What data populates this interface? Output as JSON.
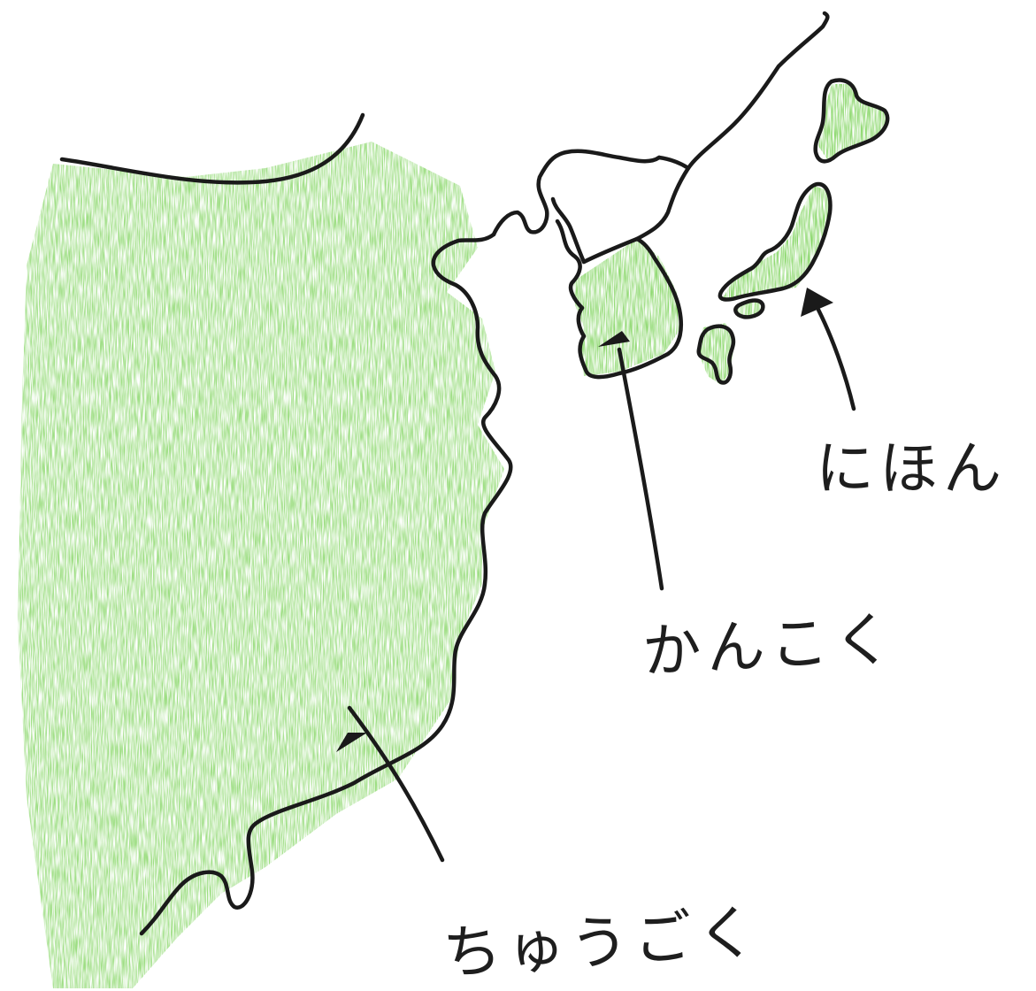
{
  "map": {
    "colors": {
      "land_fill": "#7dd35a",
      "outline": "#1a1a1a",
      "background": "#ffffff"
    },
    "labels": {
      "japan": "にほん",
      "korea": "かんこく",
      "china": "ちゅうごく"
    },
    "markers": [
      {
        "target": "japan",
        "icon": "arrow-icon"
      },
      {
        "target": "korea",
        "icon": "arrow-icon"
      },
      {
        "target": "china",
        "icon": "arrow-icon"
      }
    ]
  }
}
